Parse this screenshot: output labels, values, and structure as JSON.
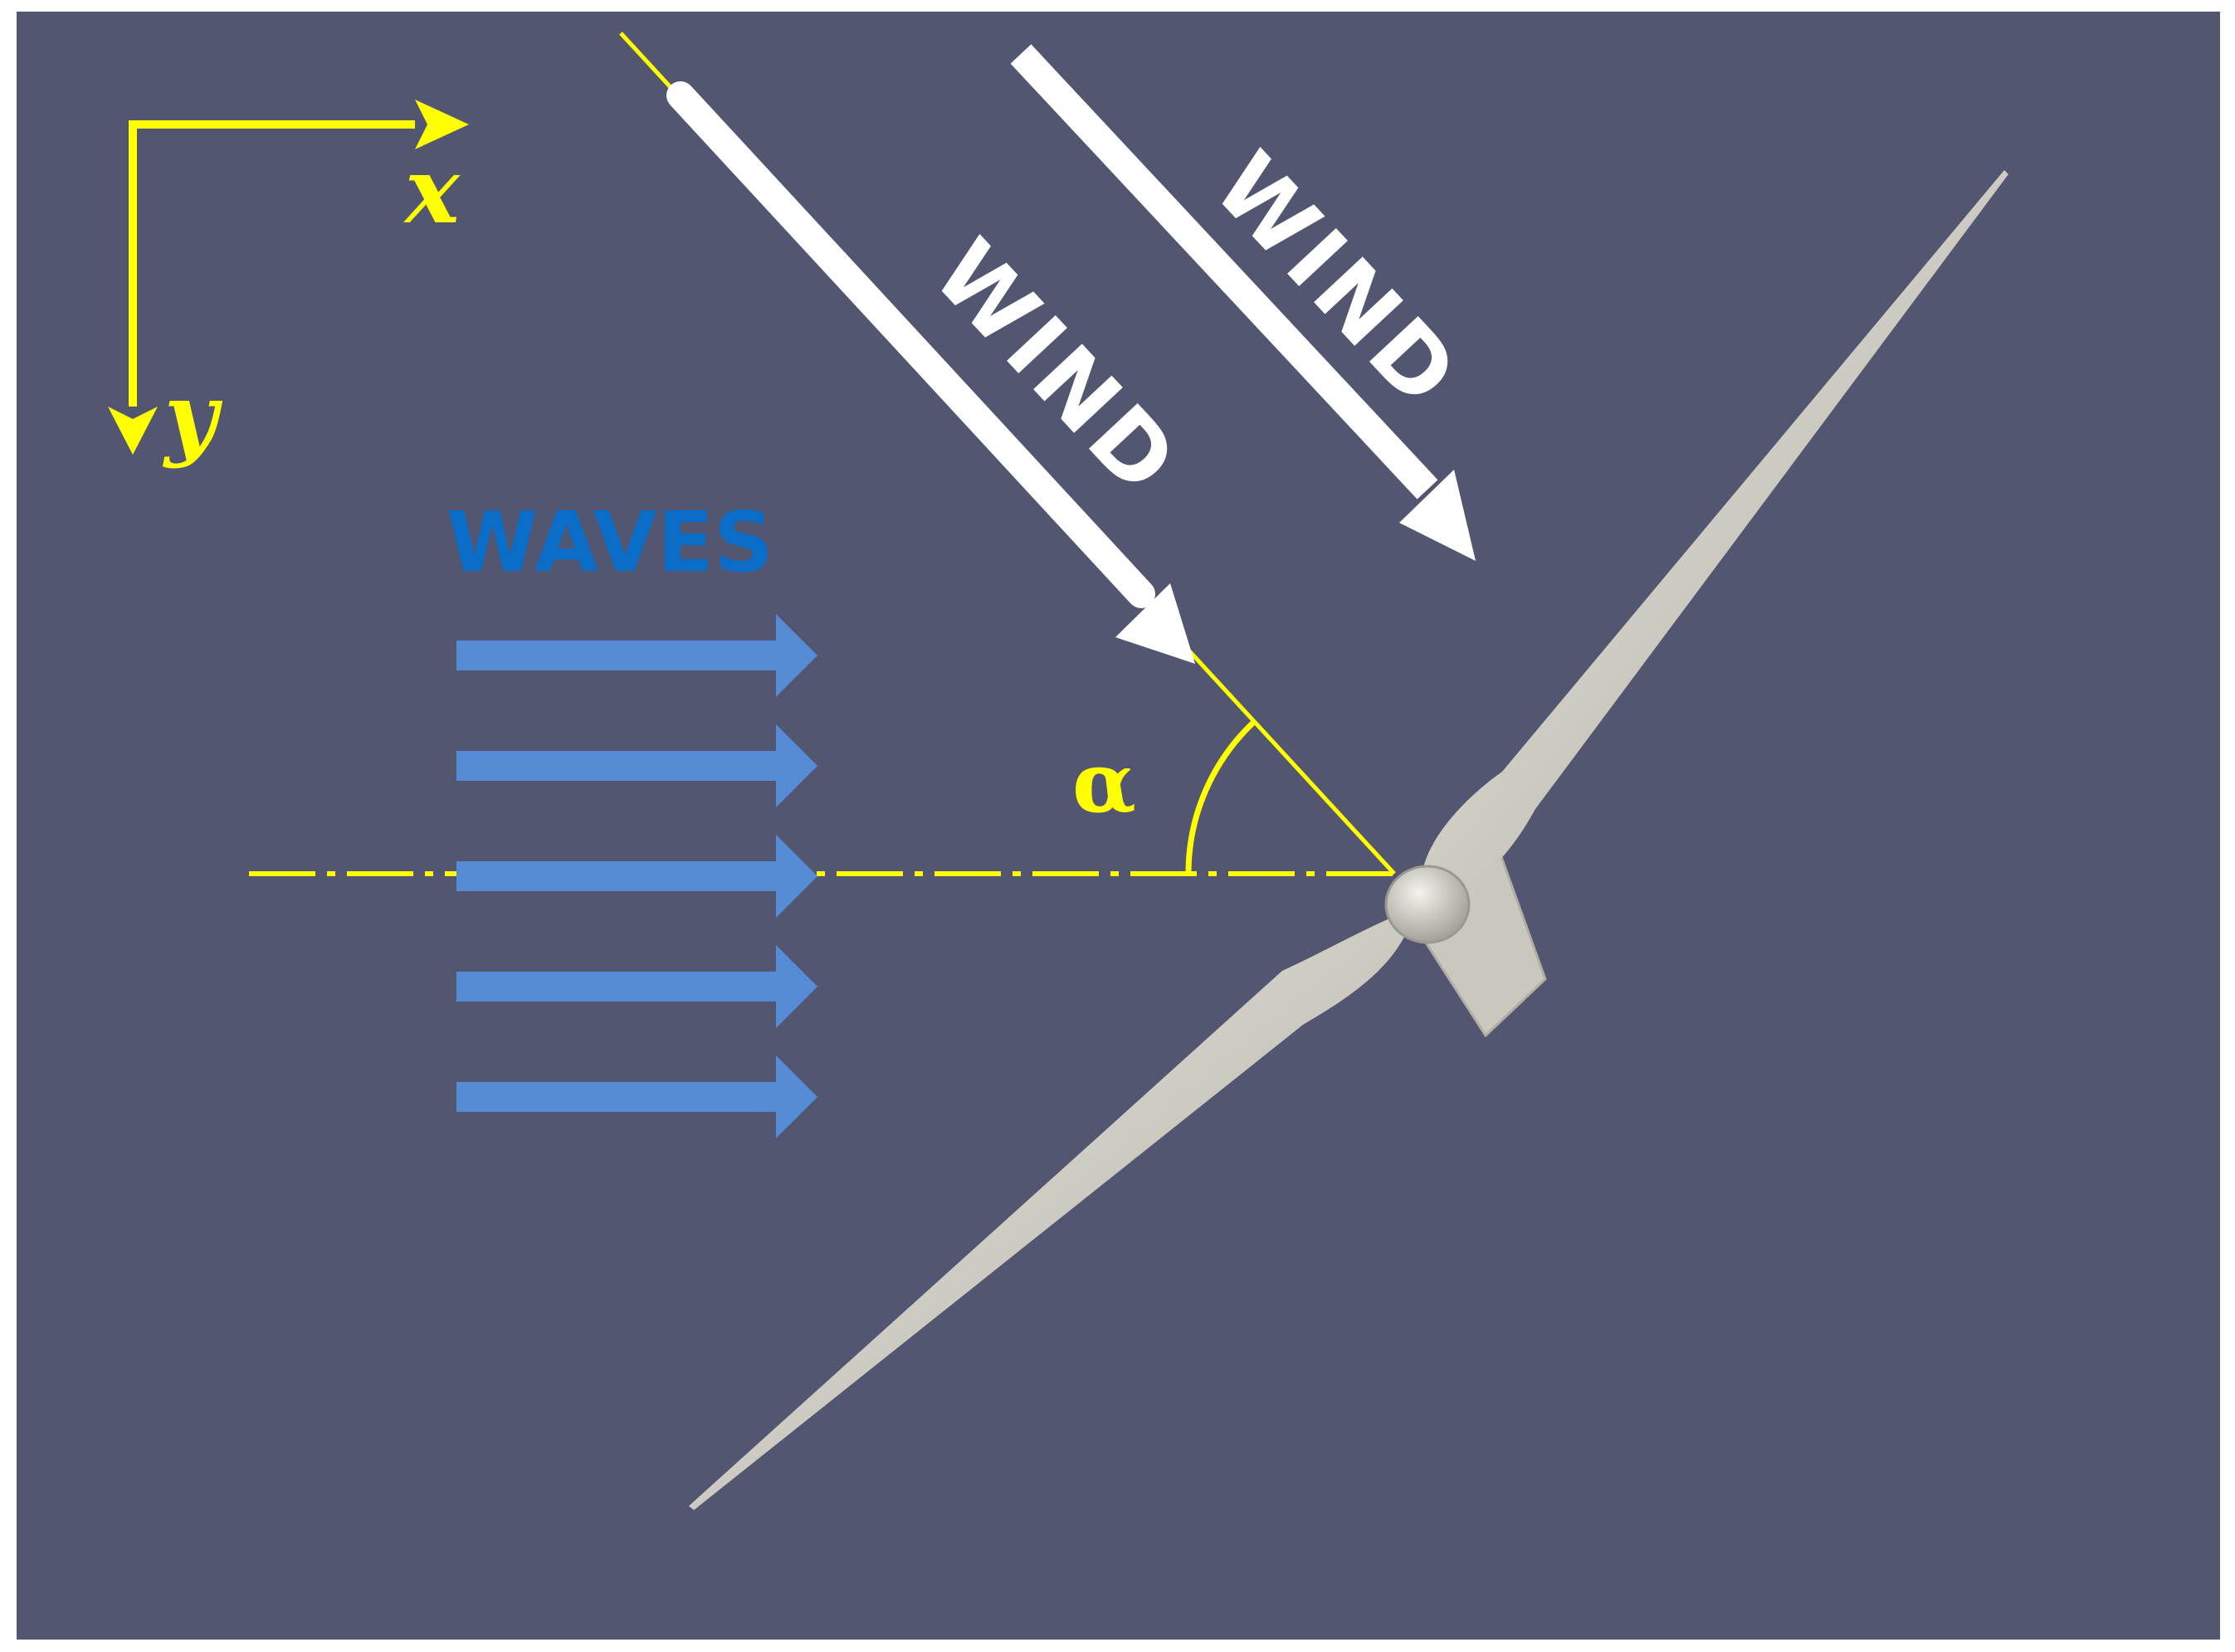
{
  "scene": {
    "background_color": "#525670",
    "frame_color": "#ffffff"
  },
  "axes": {
    "x_label": "x",
    "y_label": "y",
    "color": "#ffff00"
  },
  "wind": {
    "label_1": "WIND",
    "label_2": "WIND",
    "arrow_color": "#ffffff"
  },
  "waves": {
    "label": "WAVES",
    "label_color": "#0a6ec8",
    "arrow_color": "#568cd6",
    "arrow_count": 5
  },
  "angle": {
    "label": "α",
    "color": "#ffff00"
  },
  "turbine": {
    "color": "#d8d6cc",
    "icon": "wind-turbine-rotor-icon"
  }
}
